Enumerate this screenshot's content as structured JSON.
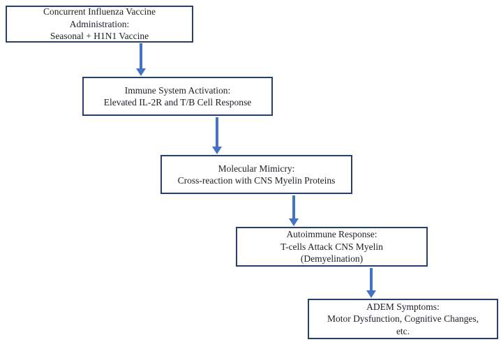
{
  "diagram": {
    "description": "Flowchart of proposed mechanism linking concurrent influenza vaccination to ADEM",
    "colors": {
      "box_border": "#26406e",
      "arrow": "#4472c4",
      "text": "#1c1f28",
      "background": "#ffffff"
    },
    "nodes": [
      {
        "id": "vaccine-administration",
        "lines": [
          "Concurrent Influenza Vaccine",
          "Administration:",
          "Seasonal + H1N1 Vaccine"
        ]
      },
      {
        "id": "immune-activation",
        "lines": [
          "Immune System Activation:",
          "Elevated IL-2R and T/B Cell Response"
        ]
      },
      {
        "id": "molecular-mimicry",
        "lines": [
          "Molecular Mimicry:",
          "Cross-reaction with CNS Myelin Proteins"
        ]
      },
      {
        "id": "autoimmune-response",
        "lines": [
          "Autoimmune Response:",
          "T-cells Attack CNS Myelin",
          "(Demyelination)"
        ]
      },
      {
        "id": "adem-symptoms",
        "lines": [
          "ADEM Symptoms:",
          "Motor Dysfunction, Cognitive Changes,",
          "etc."
        ]
      }
    ],
    "edges": [
      {
        "from": "vaccine-administration",
        "to": "immune-activation"
      },
      {
        "from": "immune-activation",
        "to": "molecular-mimicry"
      },
      {
        "from": "molecular-mimicry",
        "to": "autoimmune-response"
      },
      {
        "from": "autoimmune-response",
        "to": "adem-symptoms"
      }
    ]
  }
}
